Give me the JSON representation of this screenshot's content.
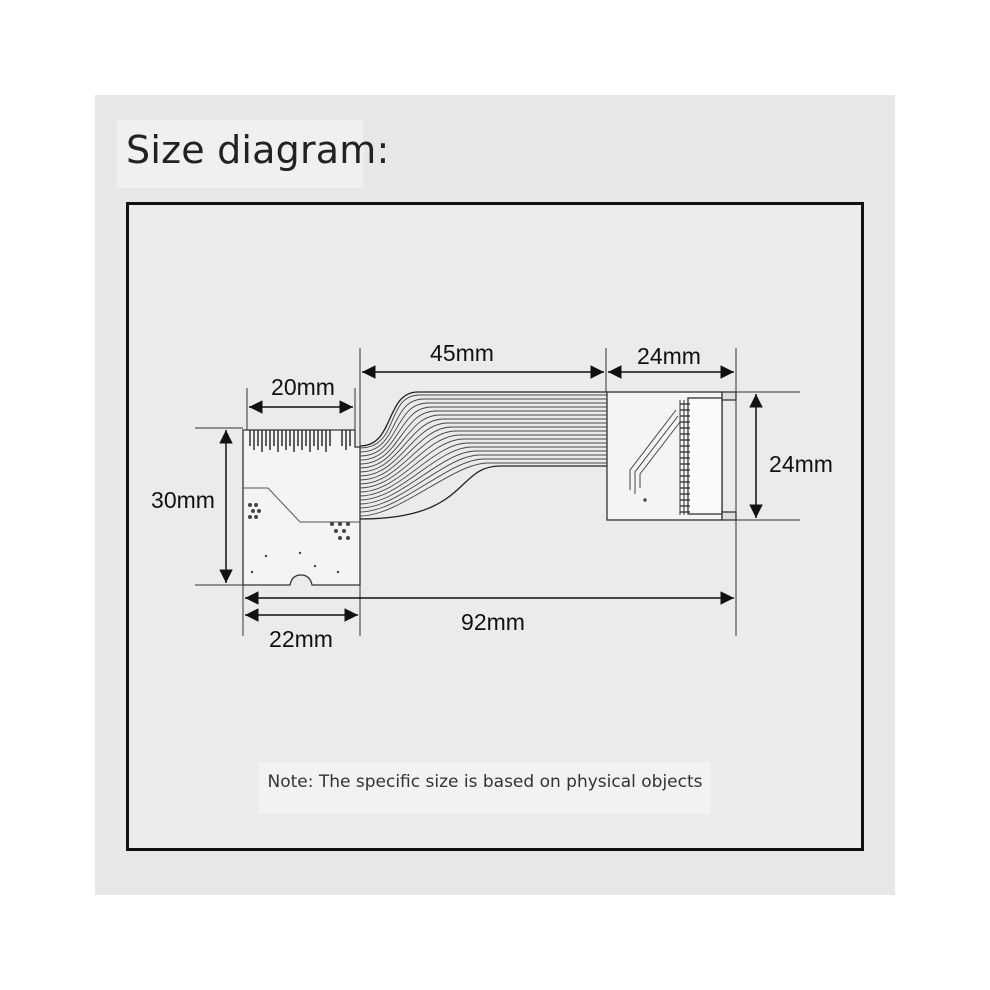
{
  "title": "Size diagram:",
  "note": "Note: The specific size is based on physical objects",
  "dimensions": {
    "board_width": "20mm",
    "cable_length": "45mm",
    "connector_width": "24mm",
    "board_height": "30mm",
    "connector_height": "24mm",
    "overall_length": "92mm",
    "board_total_width": "22mm"
  },
  "colors": {
    "background": "#e7e7e7",
    "frame": "#111111",
    "line": "#222222"
  }
}
